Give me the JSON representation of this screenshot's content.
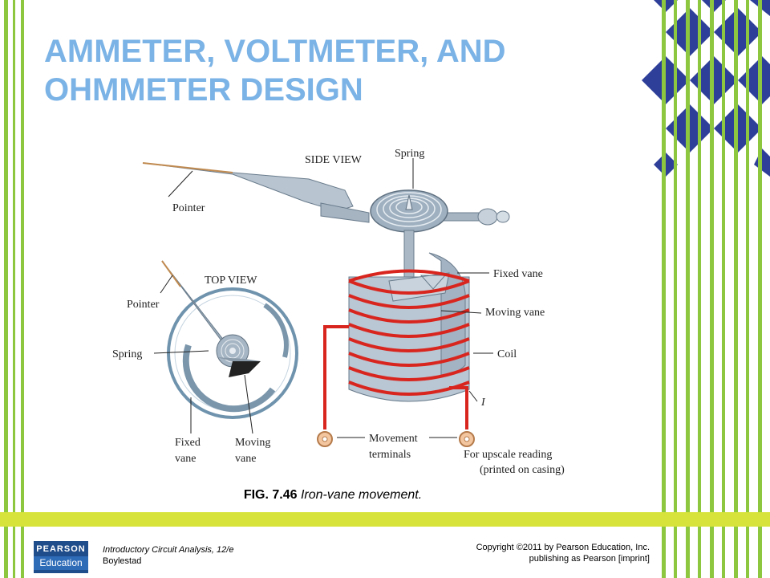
{
  "slide": {
    "title_line1": "AMMETER, VOLTMETER, AND",
    "title_line2": "OHMMETER DESIGN"
  },
  "figure": {
    "labels": {
      "side_view": "SIDE VIEW",
      "spring_side": "Spring",
      "pointer_side": "Pointer",
      "top_view": "TOP VIEW",
      "pointer_top": "Pointer",
      "spring_top": "Spring",
      "fixed_vane_top_1": "Fixed",
      "fixed_vane_top_2": "vane",
      "moving_vane_top_1": "Moving",
      "moving_vane_top_2": "vane",
      "fixed_vane": "Fixed vane",
      "moving_vane": "Moving vane",
      "coil": "Coil",
      "current": "I",
      "movement_terminals_1": "Movement",
      "movement_terminals_2": "terminals",
      "upscale_1": "For upscale reading",
      "upscale_2": "(printed on casing)"
    },
    "caption_number": "FIG. 7.46",
    "caption_text": "Iron-vane movement."
  },
  "footer": {
    "logo_top": "PEARSON",
    "logo_bottom": "Education",
    "book_title": "Introductory Circuit Analysis, 12/e",
    "book_author": "Boylestad",
    "copyright_line1": "Copyright ©2011 by Pearson Education, Inc.",
    "copyright_line2": "publishing as Pearson [imprint]"
  },
  "colors": {
    "title": "#7bb3e6",
    "green": "#8dc63f",
    "navy": "#2e3f99",
    "band": "#d7e33a",
    "coil": "#d8261f"
  }
}
